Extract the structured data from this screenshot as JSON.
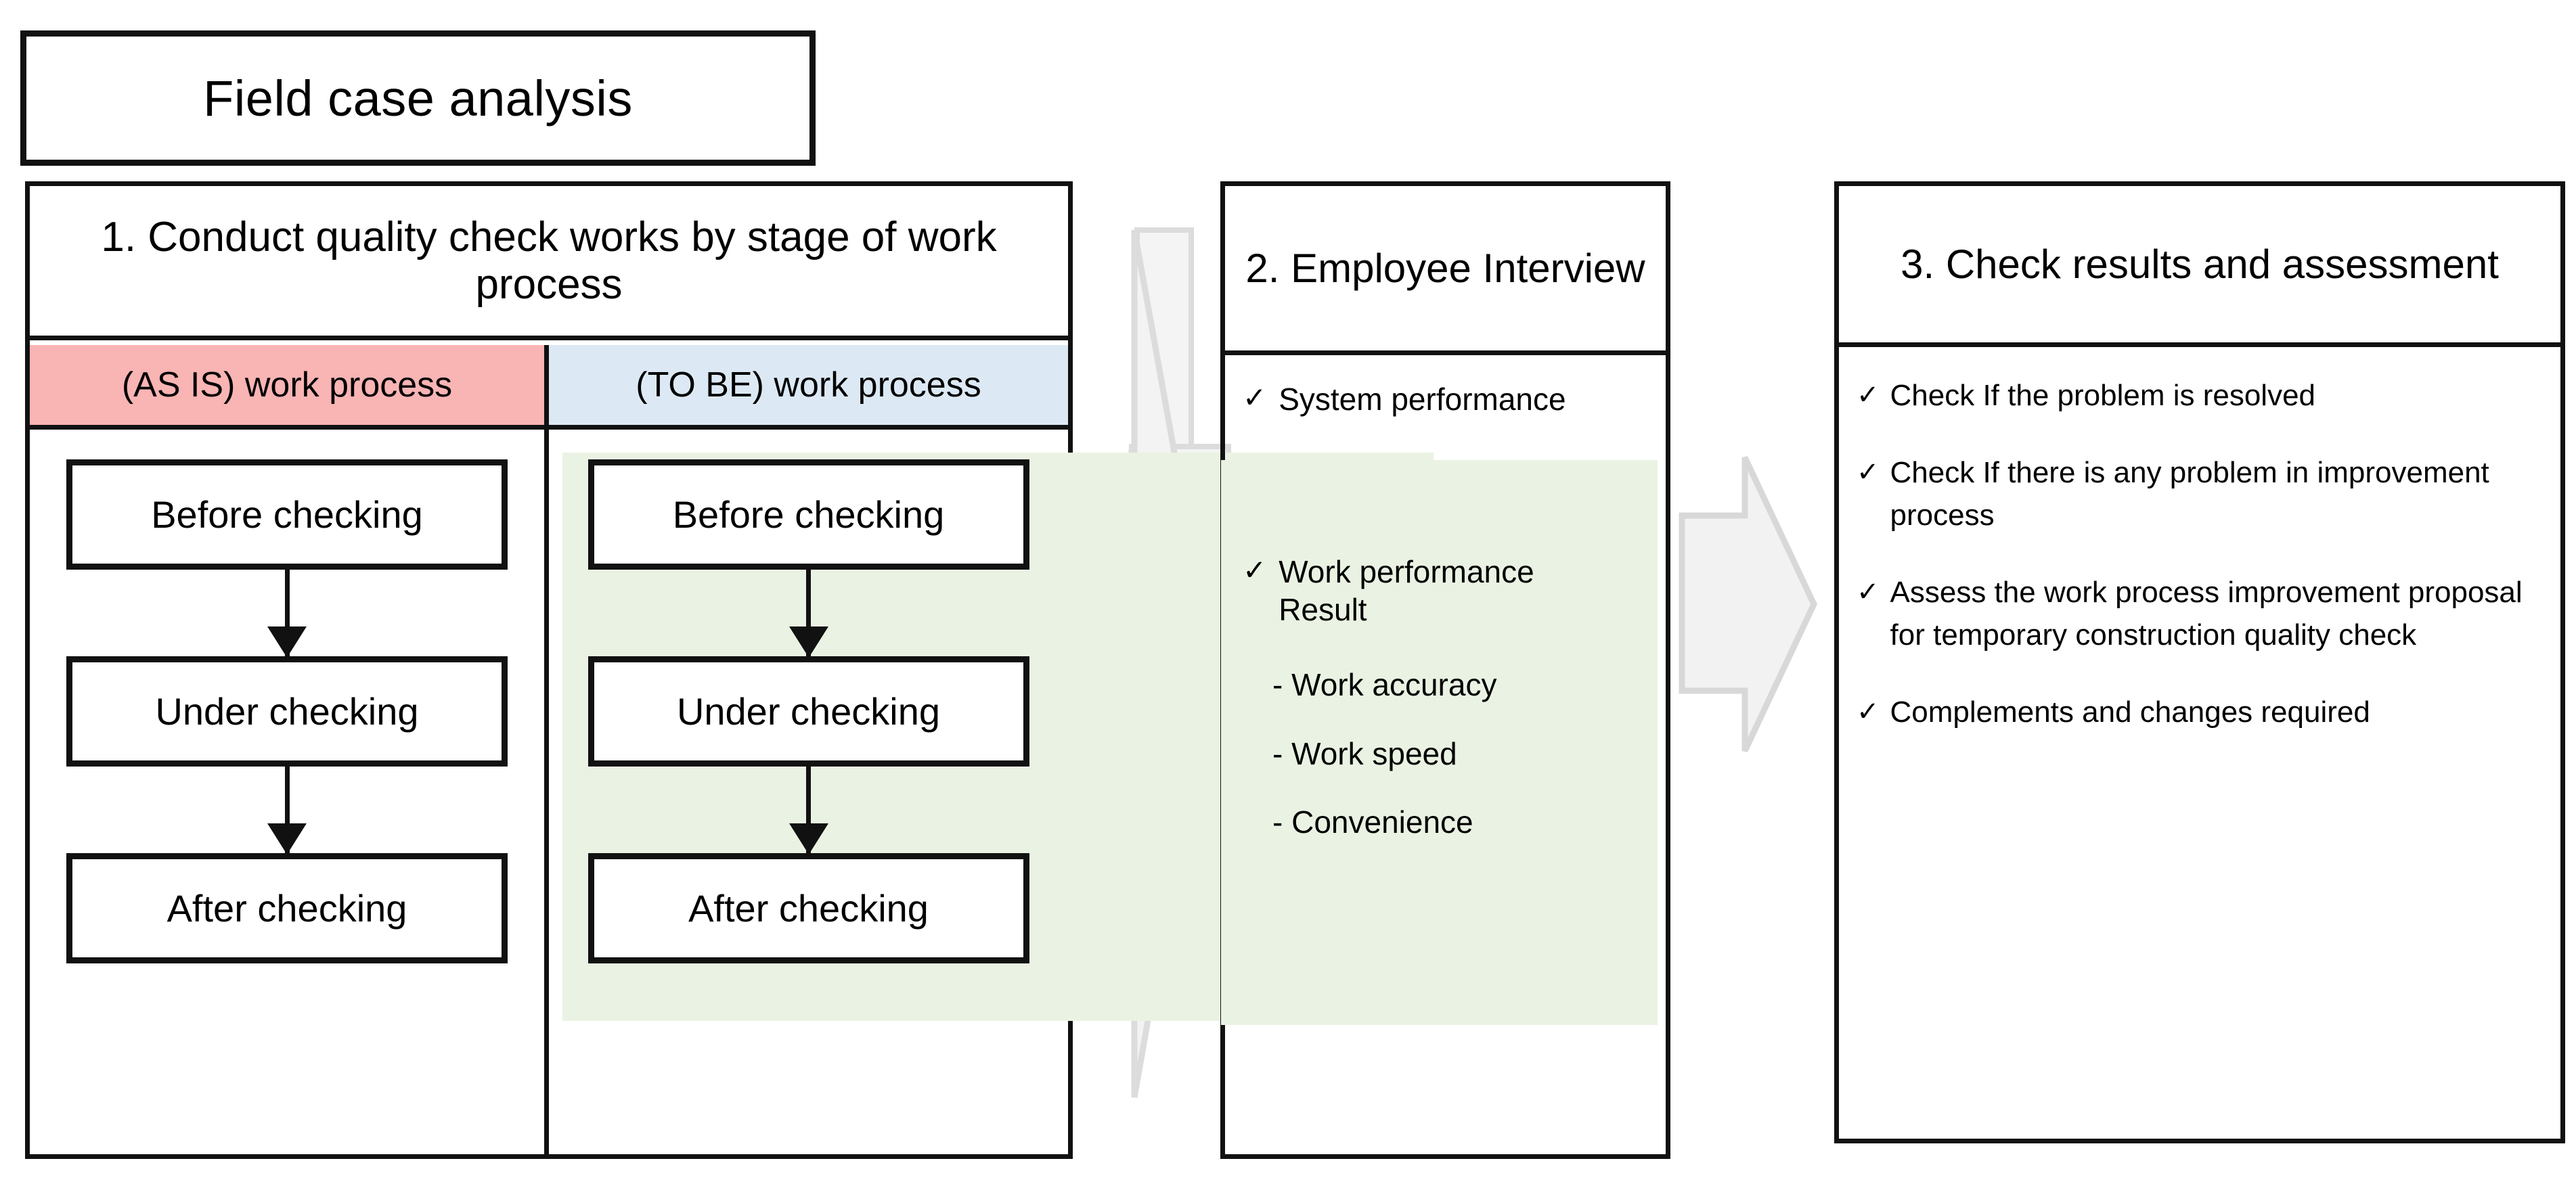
{
  "title": {
    "text": "Field case analysis"
  },
  "icons": {
    "check": "✓",
    "dash": "-"
  },
  "colors": {
    "as_is_header_bg": "#f9b4b4",
    "to_be_header_bg": "#dce9f5",
    "highlight_band": "#eaf3e3",
    "arrow_fill": "#f2f2f2",
    "arrow_stroke": "#d4d4d4",
    "border": "#111111"
  },
  "panels": [
    {
      "id": "panel-1",
      "heading": "1. Conduct quality check works by stage of work process",
      "columns": [
        {
          "id": "as-is",
          "header": "(AS IS) work process",
          "steps": [
            "Before checking",
            "Under checking",
            "After checking"
          ]
        },
        {
          "id": "to-be",
          "header": "(TO BE) work process",
          "steps": [
            "Before checking",
            "Under checking",
            "After checking"
          ]
        }
      ]
    },
    {
      "id": "panel-2",
      "heading": "2. Employee Interview",
      "items": [
        {
          "type": "check",
          "text": "System performance"
        },
        {
          "type": "check",
          "text": "Work performance Result"
        },
        {
          "type": "dash",
          "text": "Work accuracy"
        },
        {
          "type": "dash",
          "text": "Work speed"
        },
        {
          "type": "dash",
          "text": "Convenience"
        }
      ]
    },
    {
      "id": "panel-3",
      "heading": "3. Check results and assessment",
      "items": [
        "Check If the problem is resolved",
        "Check If there is any problem in improvement process",
        "Assess the work process improvement proposal for temporary construction quality check",
        "Complements and changes required"
      ]
    }
  ],
  "connectors": [
    {
      "id": "arrow-1",
      "from": "panel-1",
      "to": "panel-2",
      "shape": "block-arrow-right"
    },
    {
      "id": "arrow-2",
      "from": "panel-2",
      "to": "panel-3",
      "shape": "block-arrow-right"
    }
  ]
}
